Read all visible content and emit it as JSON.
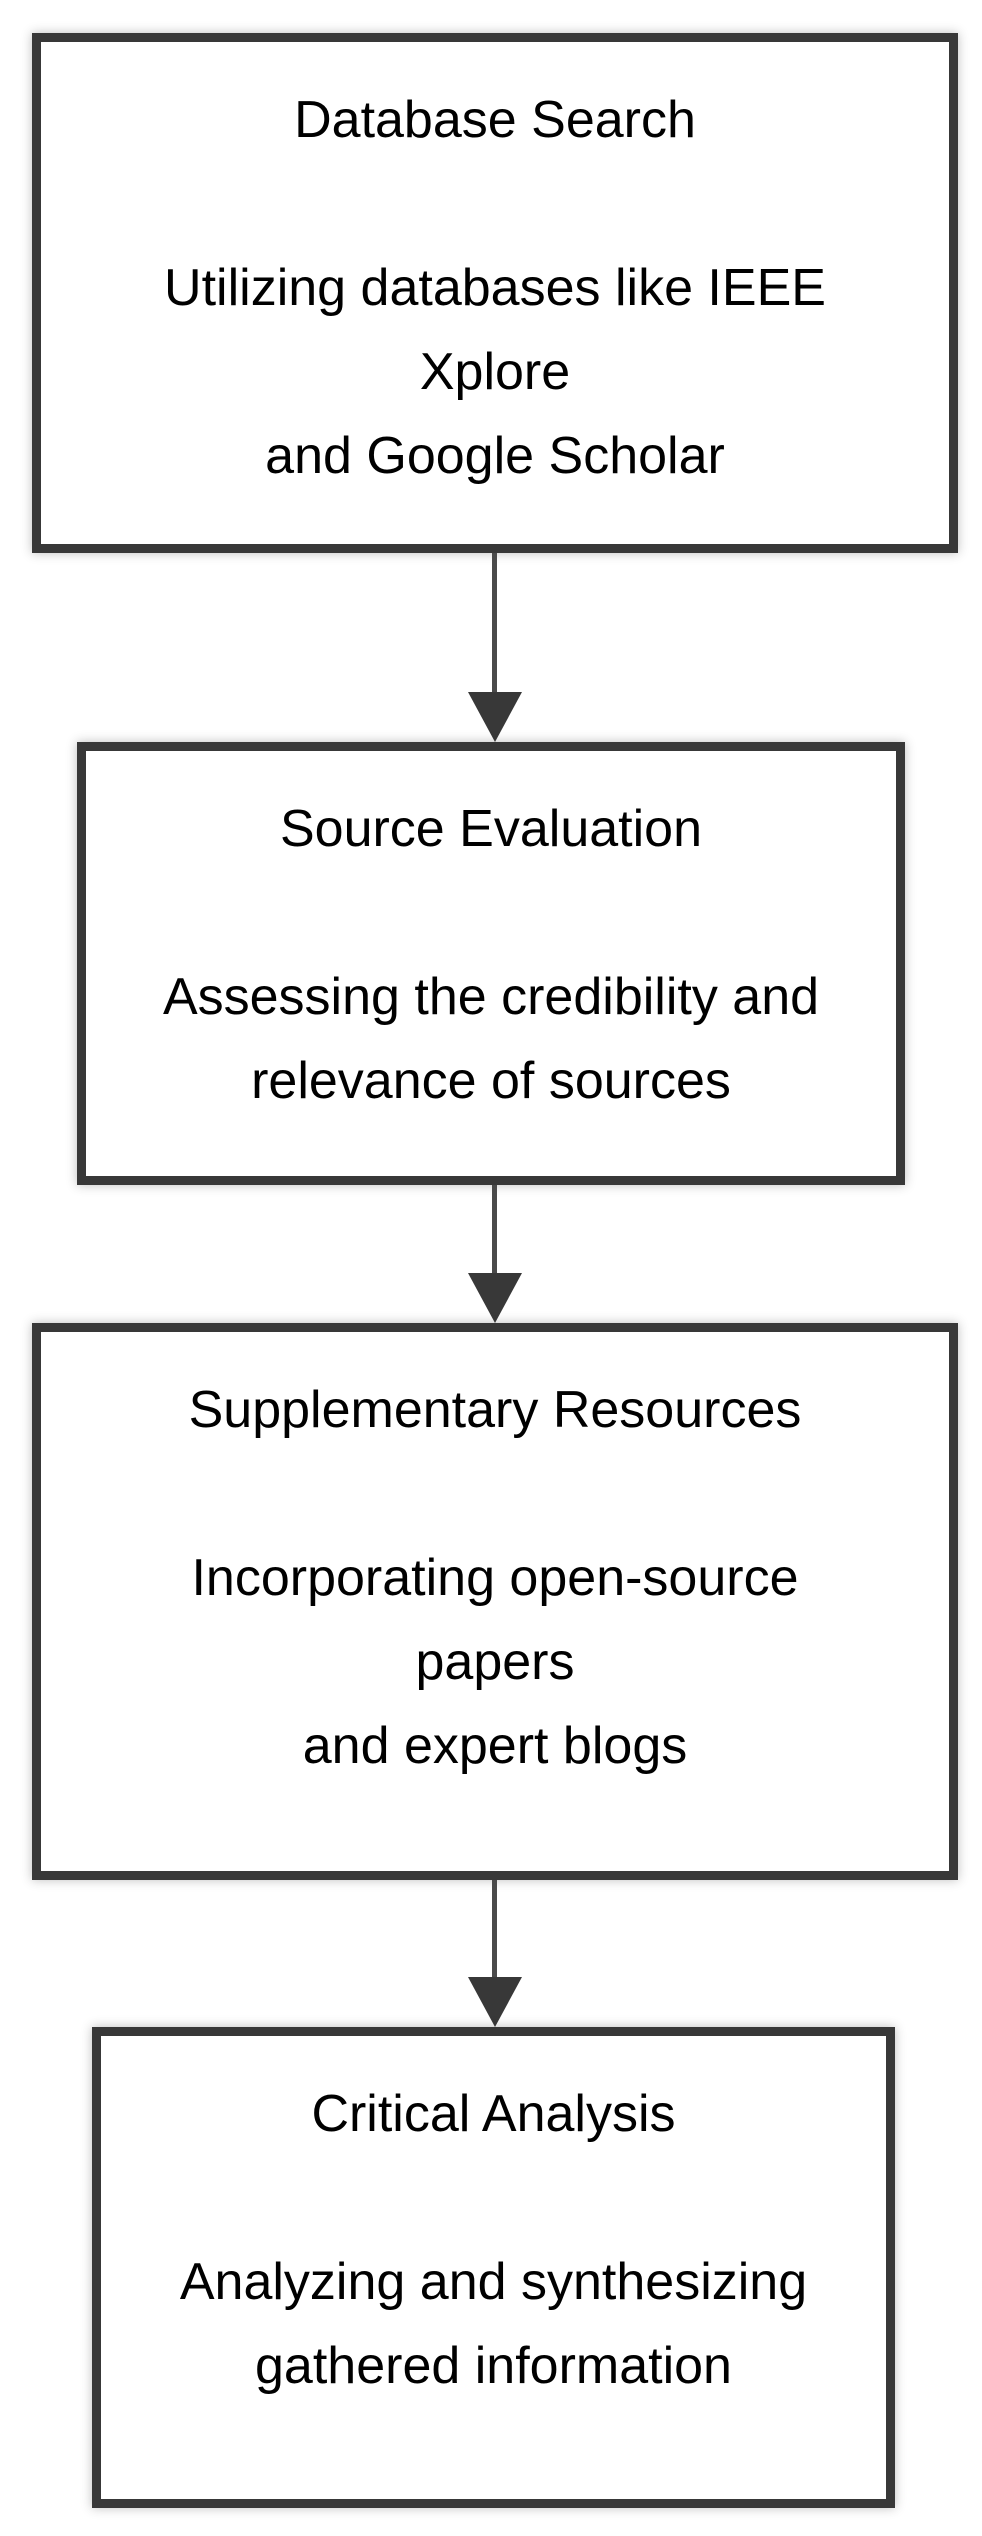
{
  "diagram": {
    "type": "flowchart",
    "direction": "top-down",
    "colors": {
      "background": "#ffffff",
      "node_fill": "#ffffff",
      "node_border": "#383838",
      "arrow": "#4a4a4a",
      "text": "#000000"
    },
    "nodes": [
      {
        "title": "Database Search",
        "body": [
          "Utilizing databases like IEEE",
          "Xplore",
          "and Google Scholar"
        ]
      },
      {
        "title": "Source Evaluation",
        "body": [
          "Assessing the credibility and",
          "relevance of sources"
        ]
      },
      {
        "title": "Supplementary Resources",
        "body": [
          "Incorporating open-source",
          "papers",
          "and expert blogs"
        ]
      },
      {
        "title": "Critical Analysis",
        "body": [
          "Analyzing and synthesizing",
          "gathered information"
        ]
      }
    ],
    "connectors": [
      {
        "from": 0,
        "to": 1
      },
      {
        "from": 1,
        "to": 2
      },
      {
        "from": 2,
        "to": 3
      }
    ]
  }
}
